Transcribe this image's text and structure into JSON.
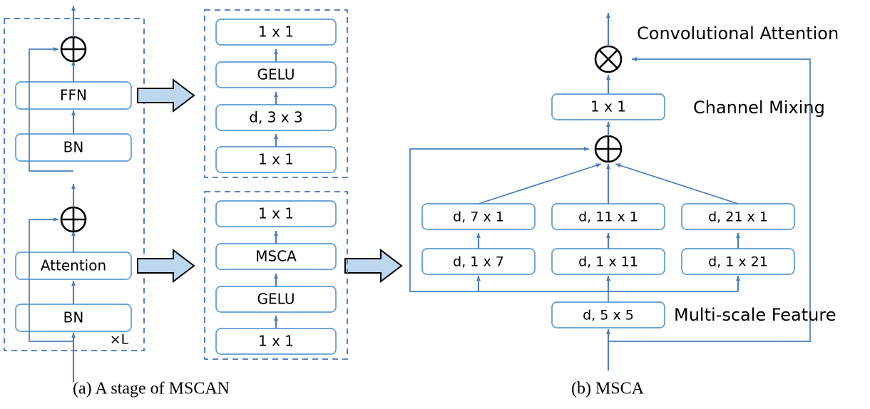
{
  "figure": {
    "panels": [
      {
        "id": "panel-a",
        "caption": "(a) A stage of MSCAN",
        "repeat_label": "×L",
        "blocks": [
          {
            "label": "BN"
          },
          {
            "label": "Attention"
          },
          {
            "label": "BN"
          },
          {
            "label": "FFN"
          }
        ],
        "operators": [
          {
            "symbol": "⊕",
            "name": "element-wise-add"
          },
          {
            "symbol": "⊕",
            "name": "element-wise-add"
          }
        ]
      },
      {
        "id": "panel-mid-ffn",
        "blocks": [
          {
            "label": "1 x 1"
          },
          {
            "label": "GELU"
          },
          {
            "label": "d, 3 x 3"
          },
          {
            "label": "1 x 1"
          }
        ]
      },
      {
        "id": "panel-mid-attention",
        "blocks": [
          {
            "label": "1 x 1"
          },
          {
            "label": "MSCA"
          },
          {
            "label": "GELU"
          },
          {
            "label": "1 x 1"
          }
        ]
      },
      {
        "id": "panel-b",
        "caption": "(b) MSCA",
        "blocks": [
          {
            "label": "1 x 1"
          },
          {
            "label": "d, 7 x 1"
          },
          {
            "label": "d, 11 x 1"
          },
          {
            "label": "d, 21 x 1"
          },
          {
            "label": "d, 1 x 7"
          },
          {
            "label": "d, 1 x 11"
          },
          {
            "label": "d, 1 x 21"
          },
          {
            "label": "d, 5 x 5"
          }
        ],
        "annotations": [
          {
            "text": "Convolutional Attention",
            "name": "convolutional-attention-label"
          },
          {
            "text": "Channel Mixing",
            "name": "channel-mixing-label"
          },
          {
            "text": "Multi-scale Feature",
            "name": "multi-scale-feature-label"
          }
        ],
        "operators": [
          {
            "symbol": "⊗",
            "name": "element-wise-multiply"
          },
          {
            "symbol": "⊕",
            "name": "element-wise-add"
          }
        ]
      }
    ],
    "colors": {
      "box_stroke": "#5b9bd5",
      "dashed_panel": "#4472c4",
      "flow_line": "#4a7ebb",
      "block_arrow_fill": "#bdd7ee",
      "operator_stroke": "#000000",
      "text": "#000000",
      "background": "#ffffff"
    }
  }
}
